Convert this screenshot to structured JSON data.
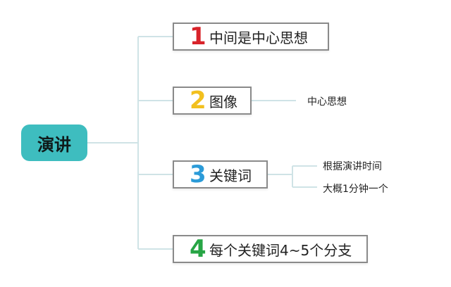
{
  "colors": {
    "root_fill": "#3ebdbf",
    "connector": "#cfe3e6",
    "node_border": "#8a8a8a",
    "num1": "#d8232a",
    "num2": "#f2c01e",
    "num3": "#2b9bd8",
    "num4": "#27a545"
  },
  "root": {
    "label": "演讲"
  },
  "branches": [
    {
      "number": "1",
      "label": "中间是中心思想",
      "children": []
    },
    {
      "number": "2",
      "label": "图像",
      "children": [
        "中心思想"
      ]
    },
    {
      "number": "3",
      "label": "关键词",
      "children": [
        "根据演讲时间",
        "大概1分钟一个"
      ]
    },
    {
      "number": "4",
      "label": "每个关键词4~5个分支",
      "children": []
    }
  ]
}
